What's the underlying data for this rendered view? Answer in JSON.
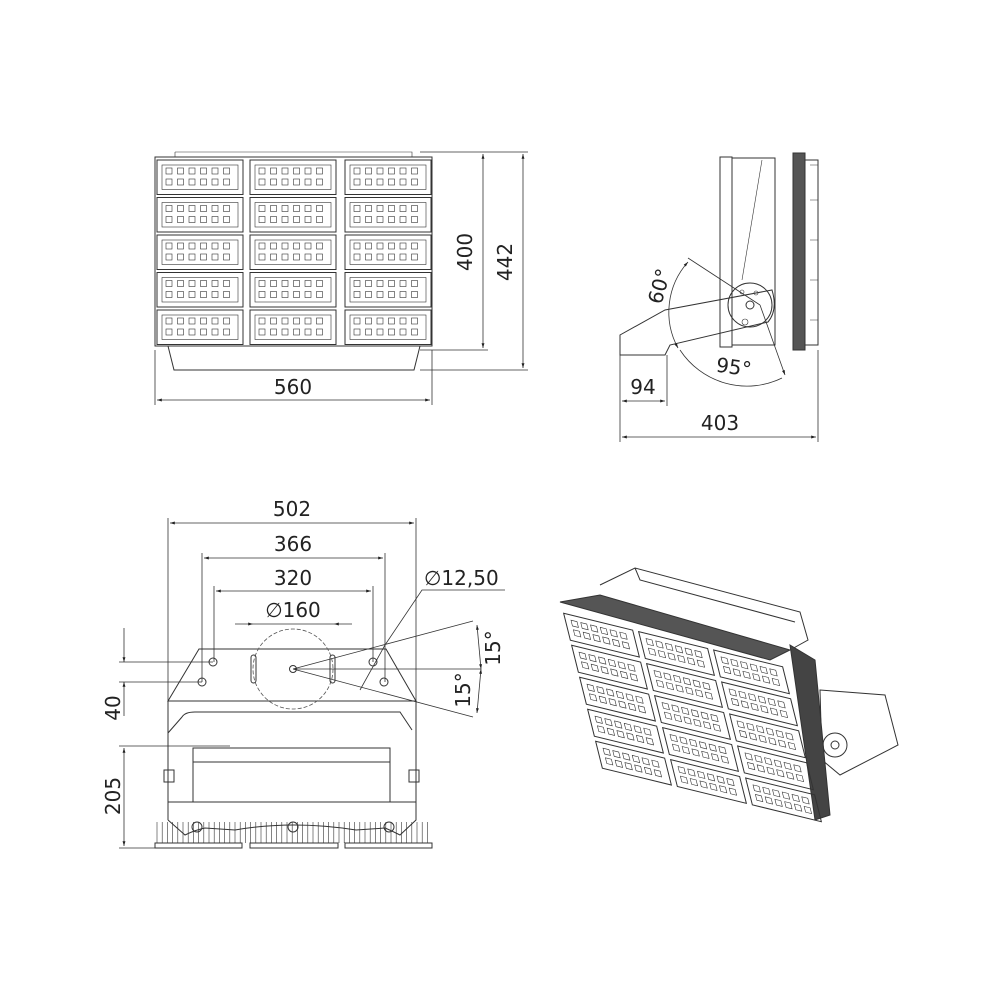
{
  "front_view": {
    "width_label": "560",
    "height_label": "400",
    "total_height_label": "442",
    "columns": 3,
    "rows": 5
  },
  "side_view": {
    "tilt_up_label": "60°",
    "tilt_down_label": "95°",
    "bracket_depth_label": "94",
    "total_depth_label": "403"
  },
  "bottom_view": {
    "overall_width_label": "502",
    "hole_outer_label": "366",
    "hole_inner_label": "320",
    "circle_diameter_label": "∅160",
    "hole_diameter_label": "∅12,50",
    "angle_up_label": "15°",
    "angle_down_label": "15°",
    "hole_spacing_label": "40",
    "height_label": "205"
  },
  "colors": {
    "line": "#333333",
    "background": "#ffffff"
  }
}
